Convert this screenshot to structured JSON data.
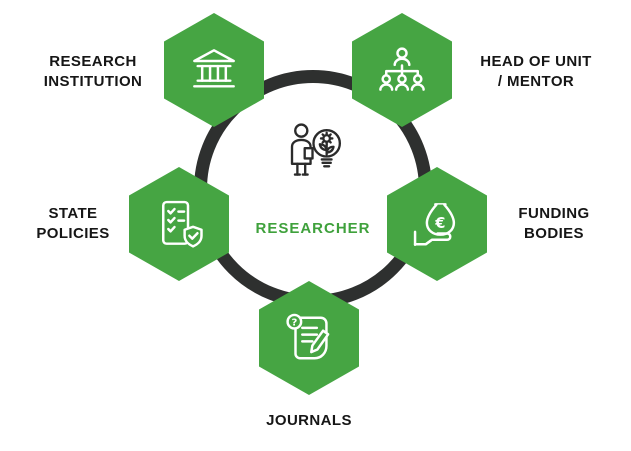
{
  "center": {
    "label": "RESEARCHER"
  },
  "nodes": {
    "research_institution": {
      "label": "RESEARCH\nINSTITUTION",
      "icon": "institution-icon"
    },
    "head_of_unit": {
      "label": "HEAD OF UNIT\n/ MENTOR",
      "icon": "org-chart-icon"
    },
    "state_policies": {
      "label": "STATE\nPOLICIES",
      "icon": "policies-checklist-icon"
    },
    "funding_bodies": {
      "label": "FUNDING\nBODIES",
      "icon": "money-bag-hand-icon",
      "currency_symbol": "€"
    },
    "journals": {
      "label": "JOURNALS",
      "icon": "journal-scroll-icon",
      "question_mark": "?"
    }
  },
  "colors": {
    "hexagon_green": "#46A543",
    "ring_dark": "#2E302F",
    "label_text": "#161616",
    "center_label_green": "#3FA13C",
    "icon_stroke": "#FFFFFF"
  }
}
